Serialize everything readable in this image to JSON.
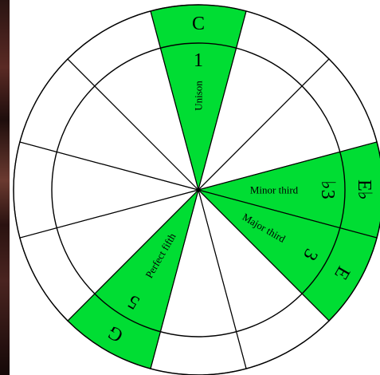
{
  "wheel": {
    "highlight_color": "#00dd33",
    "segments": [
      {
        "note": "C",
        "degree": "1",
        "interval": "Unison",
        "highlighted": true
      },
      {
        "note": "",
        "degree": "",
        "interval": "",
        "highlighted": false
      },
      {
        "note": "",
        "degree": "",
        "interval": "",
        "highlighted": false
      },
      {
        "note": "E♭",
        "degree": "♭3",
        "interval": "Minor third",
        "highlighted": true
      },
      {
        "note": "E",
        "degree": "3",
        "interval": "Major third",
        "highlighted": true
      },
      {
        "note": "",
        "degree": "",
        "interval": "",
        "highlighted": false
      },
      {
        "note": "",
        "degree": "",
        "interval": "",
        "highlighted": false
      },
      {
        "note": "G",
        "degree": "5",
        "interval": "Perfect fifth",
        "highlighted": true
      },
      {
        "note": "",
        "degree": "",
        "interval": "",
        "highlighted": false
      },
      {
        "note": "",
        "degree": "",
        "interval": "",
        "highlighted": false
      },
      {
        "note": "",
        "degree": "",
        "interval": "",
        "highlighted": false
      },
      {
        "note": "",
        "degree": "",
        "interval": "",
        "highlighted": false
      }
    ]
  }
}
